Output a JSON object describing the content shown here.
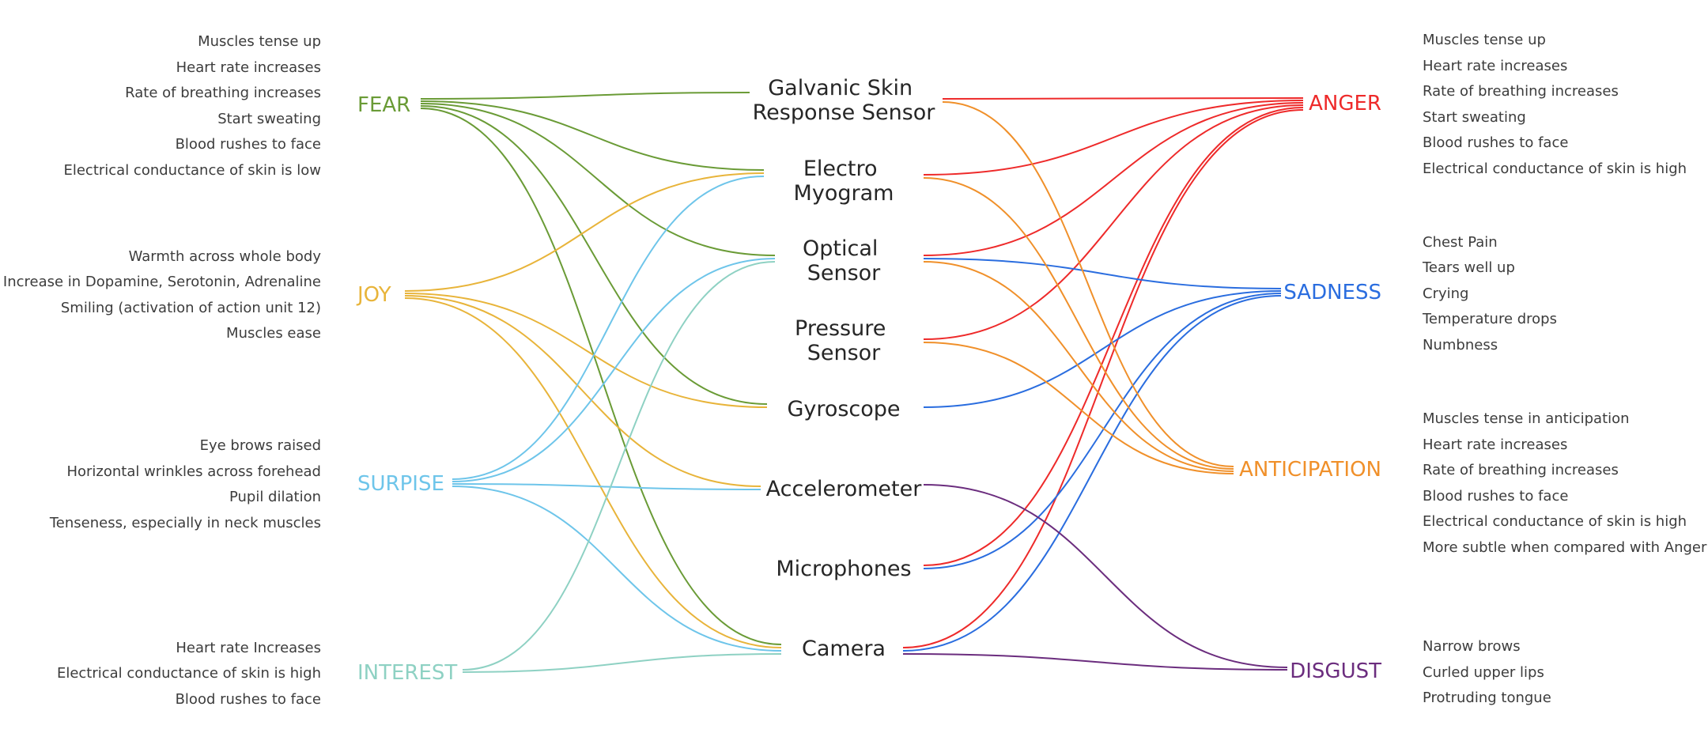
{
  "colors": {
    "fear": "#6a9b36",
    "joy": "#e8b43a",
    "surprise": "#6ec5ea",
    "interest": "#8ed1c3",
    "anger": "#ee2a2a",
    "sadness": "#2a6ddf",
    "anticipation": "#f0902a",
    "disgust": "#6b2d7e"
  },
  "emotions_left": [
    {
      "id": "fear",
      "label": "FEAR",
      "symptoms": [
        "Muscles tense up",
        "Heart rate increases",
        "Rate of breathing increases",
        "Start sweating",
        "Blood rushes to face",
        "Electrical conductance of skin is low"
      ]
    },
    {
      "id": "joy",
      "label": "JOY",
      "symptoms": [
        "Warmth across whole body",
        "Increase in Dopamine, Serotonin, Adrenaline",
        "Smiling (activation of action unit 12)",
        "Muscles ease"
      ]
    },
    {
      "id": "surprise",
      "label": "SURPISE",
      "symptoms": [
        "Eye brows raised",
        "Horizontal wrinkles across forehead",
        "Pupil dilation",
        "Tenseness, especially in neck muscles"
      ]
    },
    {
      "id": "interest",
      "label": "INTEREST",
      "symptoms": [
        "Heart rate Increases",
        "Electrical conductance of skin is high",
        "Blood rushes to face"
      ]
    }
  ],
  "emotions_right": [
    {
      "id": "anger",
      "label": "ANGER",
      "symptoms": [
        "Muscles tense up",
        "Heart rate increases",
        "Rate of breathing increases",
        "Start sweating",
        "Blood rushes to face",
        "Electrical conductance of skin is high"
      ]
    },
    {
      "id": "sadness",
      "label": "SADNESS",
      "symptoms": [
        "Chest Pain",
        "Tears well up",
        "Crying",
        "Temperature drops",
        "Numbness"
      ]
    },
    {
      "id": "anticipation",
      "label": "ANTICIPATION",
      "symptoms": [
        "Muscles tense in anticipation",
        "Heart rate increases",
        "Rate of breathing increases",
        "Blood rushes to face",
        "Electrical conductance of skin is high",
        "More subtle when compared with Anger"
      ]
    },
    {
      "id": "disgust",
      "label": "DISGUST",
      "symptoms": [
        "Narrow brows",
        "Curled upper lips",
        "Protruding tongue"
      ]
    }
  ],
  "sensors": [
    {
      "id": "gsr",
      "lines": [
        "Galvanic Skin",
        "Response Sensor"
      ]
    },
    {
      "id": "emg",
      "lines": [
        "Electro",
        "Myogram"
      ]
    },
    {
      "id": "optical",
      "lines": [
        "Optical",
        "Sensor"
      ]
    },
    {
      "id": "pressure",
      "lines": [
        "Pressure",
        "Sensor"
      ]
    },
    {
      "id": "gyroscope",
      "lines": [
        "Gyroscope"
      ]
    },
    {
      "id": "accelerometer",
      "lines": [
        "Accelerometer"
      ]
    },
    {
      "id": "microphones",
      "lines": [
        "Microphones"
      ]
    },
    {
      "id": "camera",
      "lines": [
        "Camera"
      ]
    }
  ],
  "links": [
    {
      "emotion": "fear",
      "sensor": "gsr"
    },
    {
      "emotion": "fear",
      "sensor": "emg"
    },
    {
      "emotion": "fear",
      "sensor": "optical"
    },
    {
      "emotion": "fear",
      "sensor": "gyroscope"
    },
    {
      "emotion": "fear",
      "sensor": "camera"
    },
    {
      "emotion": "joy",
      "sensor": "emg"
    },
    {
      "emotion": "joy",
      "sensor": "gyroscope"
    },
    {
      "emotion": "joy",
      "sensor": "accelerometer"
    },
    {
      "emotion": "joy",
      "sensor": "camera"
    },
    {
      "emotion": "surprise",
      "sensor": "emg"
    },
    {
      "emotion": "surprise",
      "sensor": "optical"
    },
    {
      "emotion": "surprise",
      "sensor": "accelerometer"
    },
    {
      "emotion": "surprise",
      "sensor": "camera"
    },
    {
      "emotion": "interest",
      "sensor": "optical"
    },
    {
      "emotion": "interest",
      "sensor": "camera"
    },
    {
      "emotion": "anger",
      "sensor": "gsr"
    },
    {
      "emotion": "anger",
      "sensor": "emg"
    },
    {
      "emotion": "anger",
      "sensor": "optical"
    },
    {
      "emotion": "anger",
      "sensor": "pressure"
    },
    {
      "emotion": "anger",
      "sensor": "microphones"
    },
    {
      "emotion": "anger",
      "sensor": "camera"
    },
    {
      "emotion": "sadness",
      "sensor": "optical"
    },
    {
      "emotion": "sadness",
      "sensor": "gyroscope"
    },
    {
      "emotion": "sadness",
      "sensor": "microphones"
    },
    {
      "emotion": "sadness",
      "sensor": "camera"
    },
    {
      "emotion": "anticipation",
      "sensor": "gsr"
    },
    {
      "emotion": "anticipation",
      "sensor": "emg"
    },
    {
      "emotion": "anticipation",
      "sensor": "optical"
    },
    {
      "emotion": "anticipation",
      "sensor": "pressure"
    },
    {
      "emotion": "disgust",
      "sensor": "accelerometer"
    },
    {
      "emotion": "disgust",
      "sensor": "camera"
    }
  ]
}
